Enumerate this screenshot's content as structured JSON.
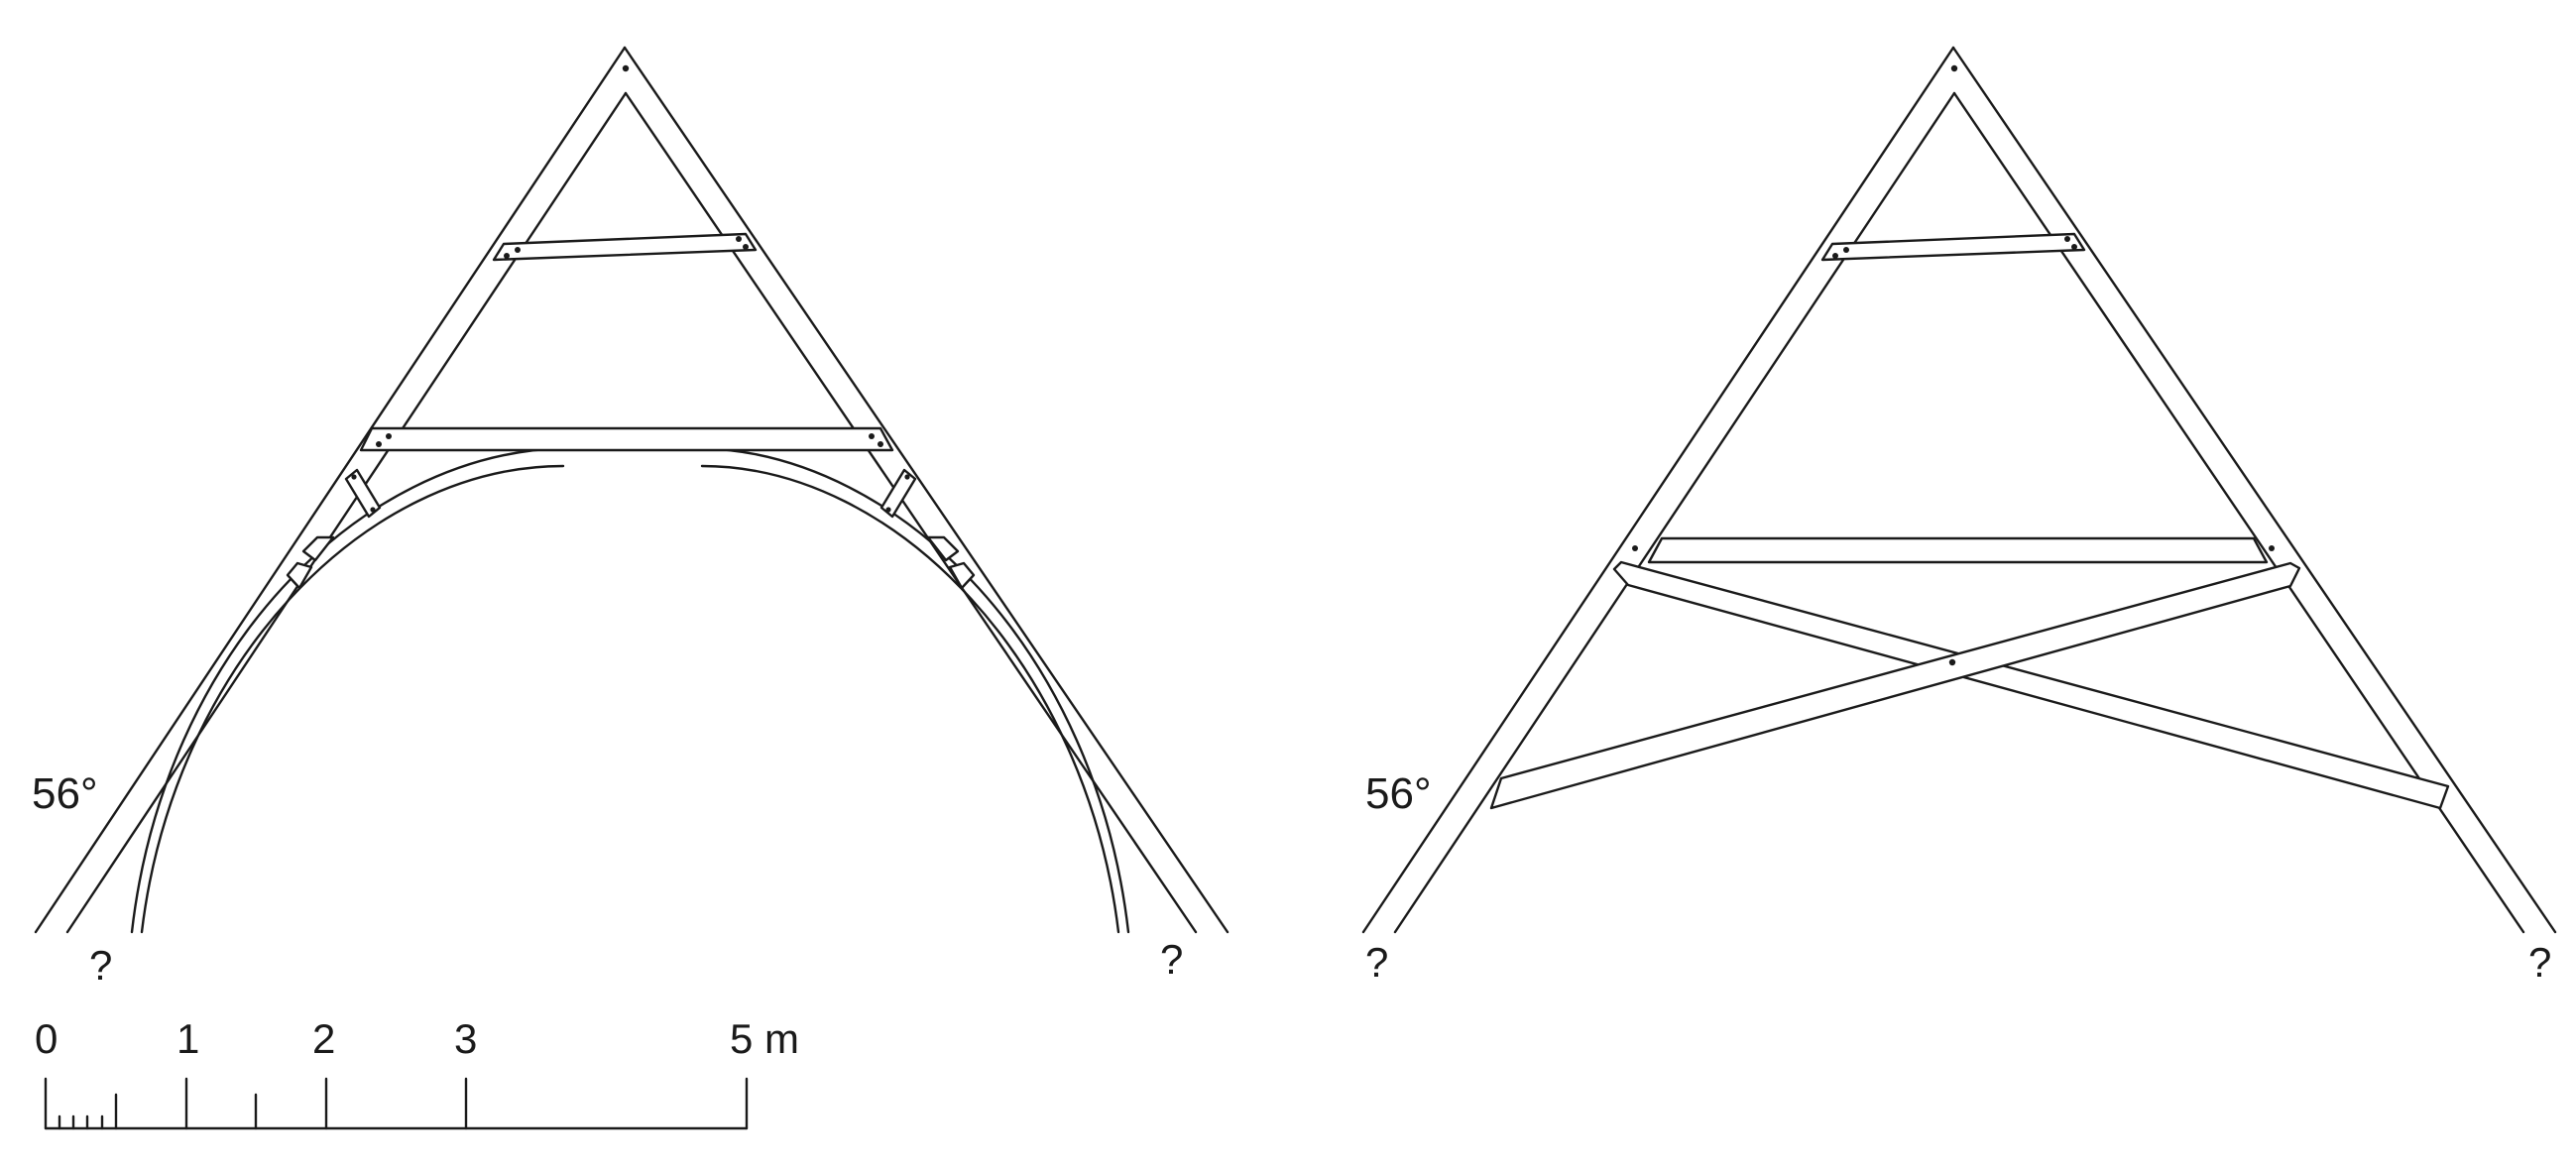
{
  "left_truss": {
    "angle_label": "56°",
    "foot_left_label": "?",
    "foot_right_label": "?"
  },
  "right_truss": {
    "angle_label": "56°",
    "foot_left_label": "?",
    "foot_right_label": "?"
  },
  "scale_bar": {
    "tick_labels": [
      "0",
      "1",
      "2",
      "3",
      "5 m"
    ]
  }
}
